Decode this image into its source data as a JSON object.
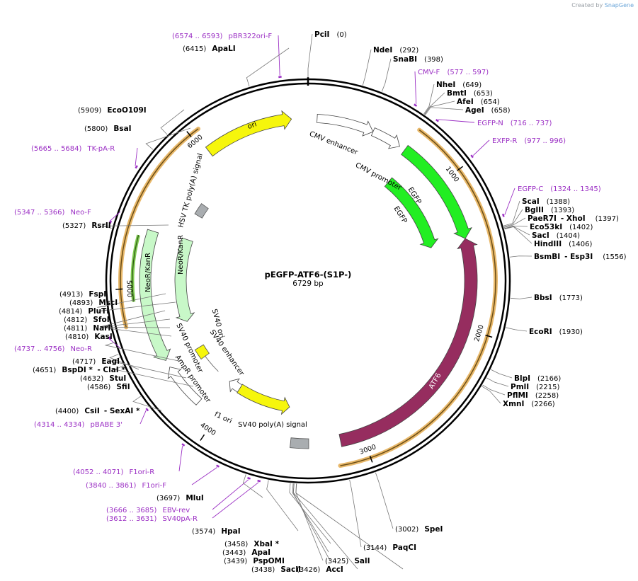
{
  "credit": {
    "prefix": "Created by",
    "brand": "SnapGene"
  },
  "plasmid": {
    "name": "pEGFP-ATF6-(S1P-)",
    "length": 6729,
    "size_label": "6729 bp"
  },
  "ticks": [
    {
      "pos": 1000,
      "label": "1000"
    },
    {
      "pos": 2000,
      "label": "2000"
    },
    {
      "pos": 3000,
      "label": "3000"
    },
    {
      "pos": 4000,
      "label": "4000"
    },
    {
      "pos": 5000,
      "label": "5000"
    },
    {
      "pos": 6000,
      "label": "6000"
    }
  ],
  "sites": [
    {
      "name": "PciI",
      "pos": "(0)"
    },
    {
      "name": "NdeI",
      "pos": "(292)"
    },
    {
      "name": "SnaBI",
      "pos": "(398)"
    },
    {
      "name": "NheI",
      "pos": "(649)"
    },
    {
      "name": "BmtI",
      "pos": "(653)"
    },
    {
      "name": "AfeI",
      "pos": "(654)"
    },
    {
      "name": "AgeI",
      "pos": "(658)"
    },
    {
      "name": "ScaI",
      "pos": "(1388)"
    },
    {
      "name": "BglII",
      "pos": "(1393)"
    },
    {
      "name": "PaeR7I",
      "name2": "XhoI",
      "pos": "(1397)"
    },
    {
      "name": "Eco53kI",
      "pos": "(1402)"
    },
    {
      "name": "SacI",
      "pos": "(1404)"
    },
    {
      "name": "HindIII",
      "pos": "(1406)"
    },
    {
      "name": "BsmBI",
      "name2": "Esp3I",
      "pos": "(1556)"
    },
    {
      "name": "BbsI",
      "pos": "(1773)"
    },
    {
      "name": "EcoRI",
      "pos": "(1930)"
    },
    {
      "name": "BlpI",
      "pos": "(2166)"
    },
    {
      "name": "PmlI",
      "pos": "(2215)"
    },
    {
      "name": "PflMI",
      "pos": "(2258)"
    },
    {
      "name": "XmnI",
      "pos": "(2266)"
    },
    {
      "name": "SpeI",
      "pos": "(3002)"
    },
    {
      "name": "PaqCI",
      "pos": "(3144)"
    },
    {
      "name": "SalI",
      "pos": "(3425)"
    },
    {
      "name": "AccI",
      "pos": "(3426)"
    },
    {
      "name": "SacII",
      "pos": "(3438)"
    },
    {
      "name": "PspOMI",
      "pos": "(3439)"
    },
    {
      "name": "ApaI",
      "pos": "(3443)"
    },
    {
      "name": "XbaI *",
      "pos": "(3458)"
    },
    {
      "name": "HpaI",
      "pos": "(3574)"
    },
    {
      "name": "MluI",
      "pos": "(3697)"
    },
    {
      "name": "CsiI",
      "name2": "SexAI *",
      "pos": "(4400)"
    },
    {
      "name": "SfiI",
      "pos": "(4586)"
    },
    {
      "name": "StuI",
      "pos": "(4632)"
    },
    {
      "name": "BspDI *",
      "name2": "ClaI *",
      "pos": "(4651)"
    },
    {
      "name": "EagI",
      "pos": "(4717)"
    },
    {
      "name": "KasI",
      "pos": "(4810)"
    },
    {
      "name": "NarI",
      "pos": "(4811)"
    },
    {
      "name": "SfoI",
      "pos": "(4812)"
    },
    {
      "name": "PluTI",
      "pos": "(4814)"
    },
    {
      "name": "MscI",
      "pos": "(4893)"
    },
    {
      "name": "FspI",
      "pos": "(4913)"
    },
    {
      "name": "RsrII",
      "pos": "(5327)"
    },
    {
      "name": "BsaI",
      "pos": "(5800)"
    },
    {
      "name": "EcoO109I",
      "pos": "(5909)"
    },
    {
      "name": "ApaLI",
      "pos": "(6415)"
    }
  ],
  "primers": [
    {
      "name": "pBR322ori-F",
      "range": "(6574 .. 6593)"
    },
    {
      "name": "CMV-F",
      "range": "(577 .. 597)"
    },
    {
      "name": "EGFP-N",
      "range": "(716 .. 737)"
    },
    {
      "name": "EXFP-R",
      "range": "(977 .. 996)"
    },
    {
      "name": "EGFP-C",
      "range": "(1324 .. 1345)"
    },
    {
      "name": "TK-pA-R",
      "range": "(5665 .. 5684)"
    },
    {
      "name": "Neo-F",
      "range": "(5347 .. 5366)"
    },
    {
      "name": "Neo-R",
      "range": "(4737 .. 4756)"
    },
    {
      "name": "pBABE 3'",
      "range": "(4314 .. 4334)"
    },
    {
      "name": "F1ori-R",
      "range": "(4052 .. 4071)"
    },
    {
      "name": "F1ori-F",
      "range": "(3840 .. 3861)"
    },
    {
      "name": "EBV-rev",
      "range": "(3666 .. 3685)"
    },
    {
      "name": "SV40pA-R",
      "range": "(3612 .. 3631)"
    }
  ],
  "features": [
    {
      "name": "CMV enhancer",
      "color": "#ffffff"
    },
    {
      "name": "CMV promoter",
      "color": "#ffffff"
    },
    {
      "name": "EGFP",
      "color": "#22ee22"
    },
    {
      "name": "EGFP",
      "color": "#22ee22"
    },
    {
      "name": "ATF6",
      "color": "#962d5f"
    },
    {
      "name": "SV40 poly(A) signal",
      "color": "#a9adb0"
    },
    {
      "name": "f1 ori",
      "color": "#f6f60c"
    },
    {
      "name": "AmpR promoter",
      "color": "#ffffff"
    },
    {
      "name": "SV40 promoter",
      "color": "#ffffff"
    },
    {
      "name": "SV40 enhancer",
      "color": "#ffffff"
    },
    {
      "name": "SV40 ori",
      "color": "#f6f60c"
    },
    {
      "name": "NeoR/KanR",
      "color": "#c8f8c8"
    },
    {
      "name": "NeoR/KanR",
      "color": "#c8f8c8"
    },
    {
      "name": "HSV TK poly(A) signal",
      "color": "#a9adb0"
    },
    {
      "name": "ori",
      "color": "#f6f60c"
    }
  ],
  "colors": {
    "primer": "#9b2fc4",
    "orf_outline": "#e8b86a",
    "orf_arrow": "#6b4e17"
  }
}
